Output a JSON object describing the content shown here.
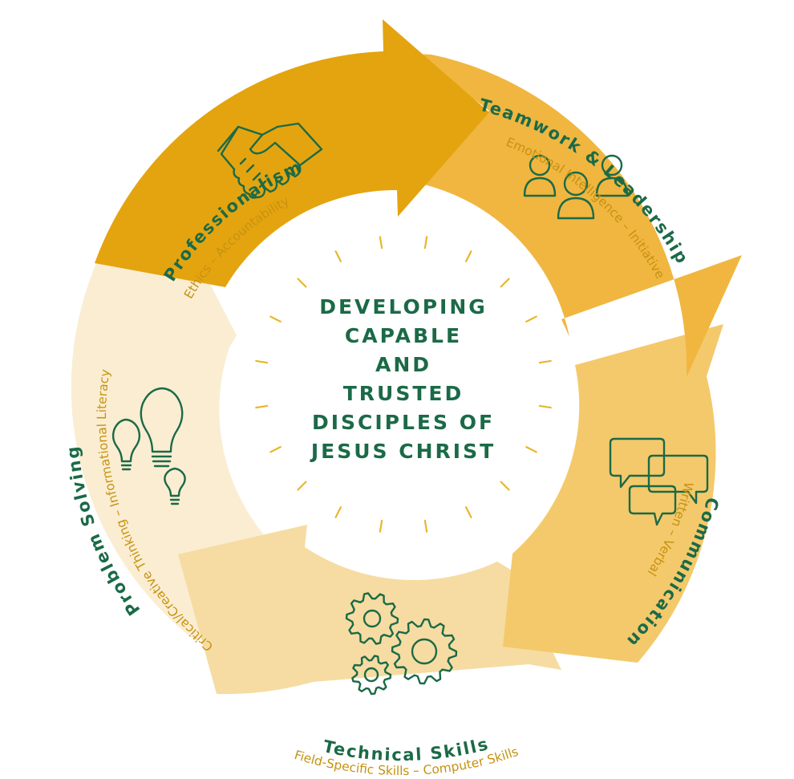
{
  "center": {
    "lines": [
      "DEVELOPING",
      "CAPABLE",
      "AND",
      "TRUSTED",
      "DISCIPLES OF",
      "JESUS CHRIST"
    ]
  },
  "segments": [
    {
      "key": "professionalism",
      "title": "Professionalism",
      "subtitle": "Ethics – Accountability",
      "color": "#e4a40f",
      "icon": "handshake-icon"
    },
    {
      "key": "teamwork",
      "title": "Teamwork & Leadership",
      "subtitle": "Emotional Intelligence – Initiative",
      "color": "#f0b640",
      "icon": "people-group-icon"
    },
    {
      "key": "communication",
      "title": "Communication",
      "subtitle": "Written – Verbal",
      "color": "#f4c96b",
      "icon": "speech-bubbles-icon"
    },
    {
      "key": "technical",
      "title": "Technical Skills",
      "subtitle": "Field-Specific Skills – Computer Skills",
      "color": "#f6dca2",
      "icon": "gears-icon"
    },
    {
      "key": "problem_solving",
      "title": "Problem Solving",
      "subtitle": "Critical/Creative Thinking – Informational Literacy",
      "color": "#faedd2",
      "icon": "lightbulbs-icon"
    }
  ],
  "colors": {
    "text_green": "#1b6a47",
    "subtitle_gold": "#c69210",
    "ray_gold": "#e8b62b"
  }
}
